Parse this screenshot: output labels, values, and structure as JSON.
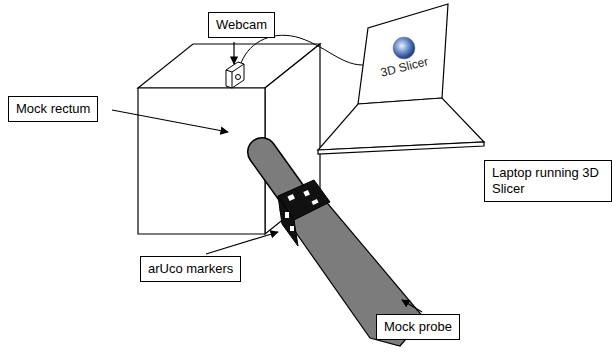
{
  "diagram": {
    "nodes": [
      {
        "text": [
          "Webcam"
        ]
      },
      {
        "text": [
          "Mock rectum"
        ]
      },
      {
        "text": [
          "Laptop running 3D Slicer"
        ]
      },
      {
        "text": [
          "arUco markers"
        ]
      },
      {
        "text": [
          "Mock probe"
        ]
      }
    ],
    "labels": [
      "3D Slicer"
    ]
  }
}
